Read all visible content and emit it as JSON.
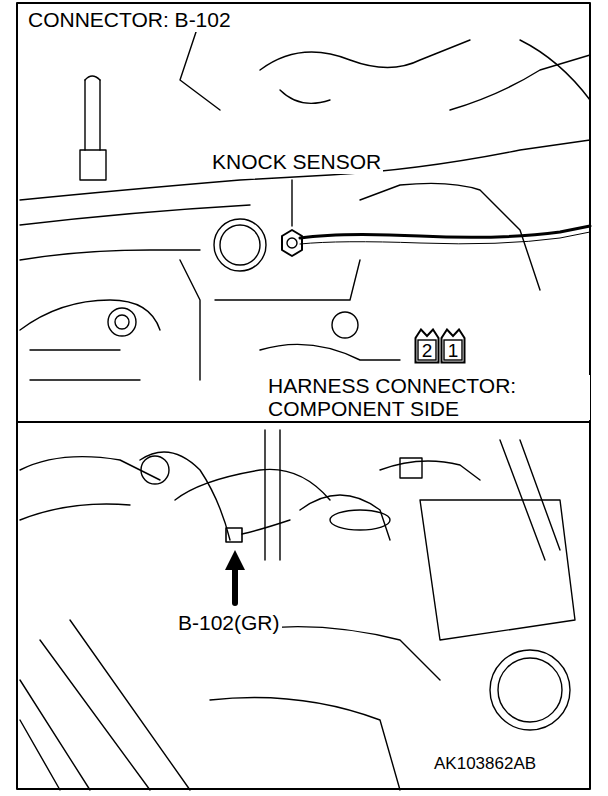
{
  "diagram": {
    "title": "CONNECTOR: B-102",
    "nodes": [
      {
        "text": [
          "2"
        ]
      },
      {
        "text": [
          "1"
        ]
      }
    ],
    "labels": [
      "KNOCK SENSOR",
      "HARNESS CONNECTOR: COMPONENT SIDE",
      "B-102(GR)",
      "AK103862AB"
    ]
  }
}
